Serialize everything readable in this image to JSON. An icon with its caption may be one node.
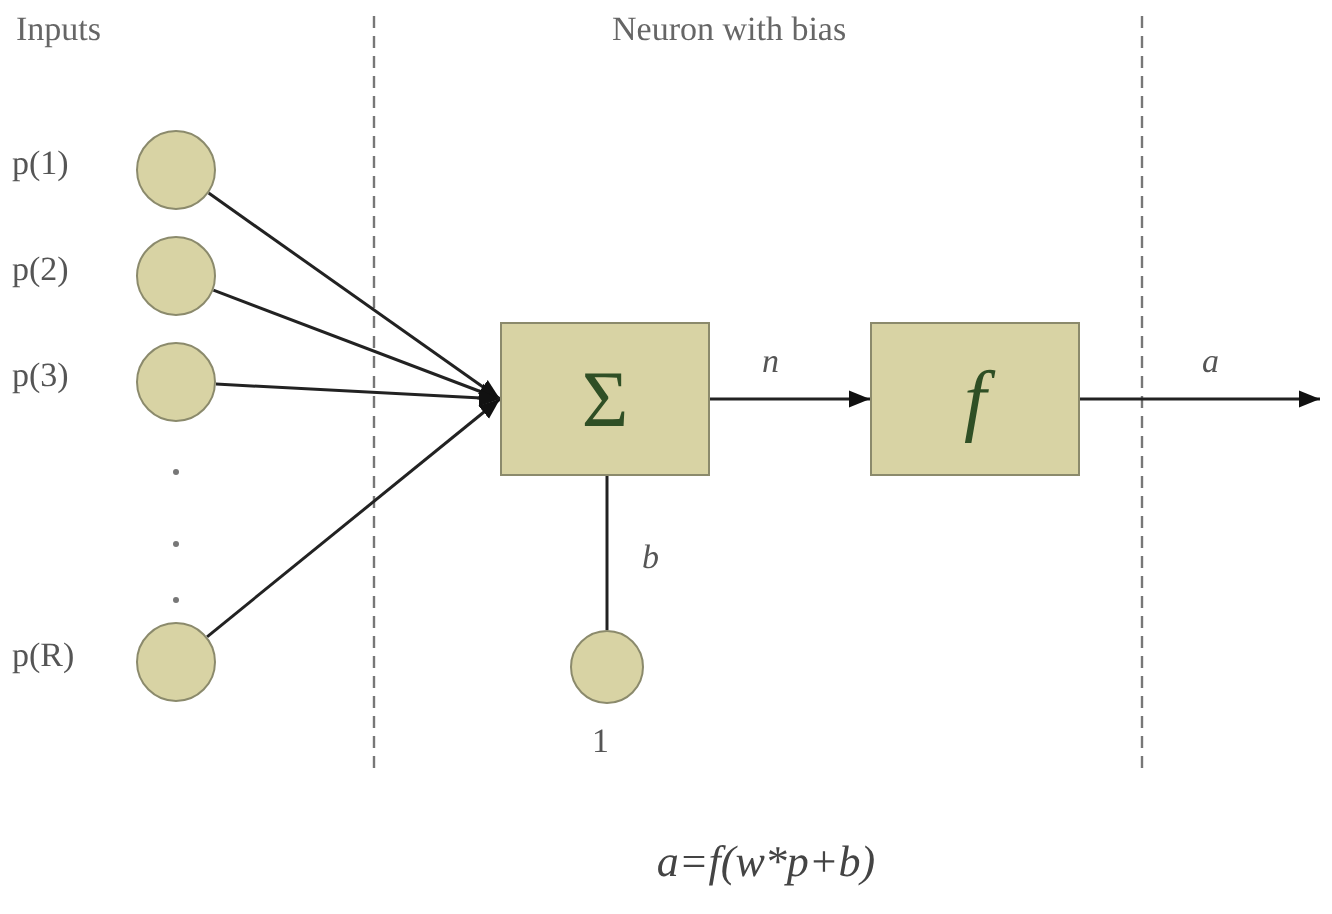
{
  "diagram": {
    "caption": "a=f(w*p+b)",
    "nodes": [
      {
        "text": [],
        "shape": "circle",
        "beside": [
          "p(1)"
        ]
      },
      {
        "text": [],
        "shape": "circle",
        "beside": [
          "p(2)"
        ]
      },
      {
        "text": [],
        "shape": "circle",
        "beside": [
          "p(3)"
        ]
      },
      {
        "text": [],
        "shape": "circle",
        "beside": [
          "p(R)"
        ]
      },
      {
        "text": [
          "Σ"
        ]
      },
      {
        "text": [],
        "shape": "circle",
        "beside": [
          "1"
        ]
      },
      {
        "text": [
          "f"
        ]
      }
    ],
    "edges": [
      {
        "from": 0,
        "to": 4,
        "arrow": "to"
      },
      {
        "from": 1,
        "to": 4,
        "arrow": "to"
      },
      {
        "from": 2,
        "to": 4,
        "arrow": "to"
      },
      {
        "from": 3,
        "to": 4,
        "arrow": "to"
      },
      {
        "from": 5,
        "to": 4,
        "label": "b",
        "arrow": "none"
      },
      {
        "from": 4,
        "to": 6,
        "label": "n",
        "arrow": "to"
      },
      {
        "from": 6,
        "to": null,
        "label": "a",
        "arrow": "to"
      }
    ],
    "labels": [
      "Inputs",
      "Neuron with bias"
    ]
  }
}
